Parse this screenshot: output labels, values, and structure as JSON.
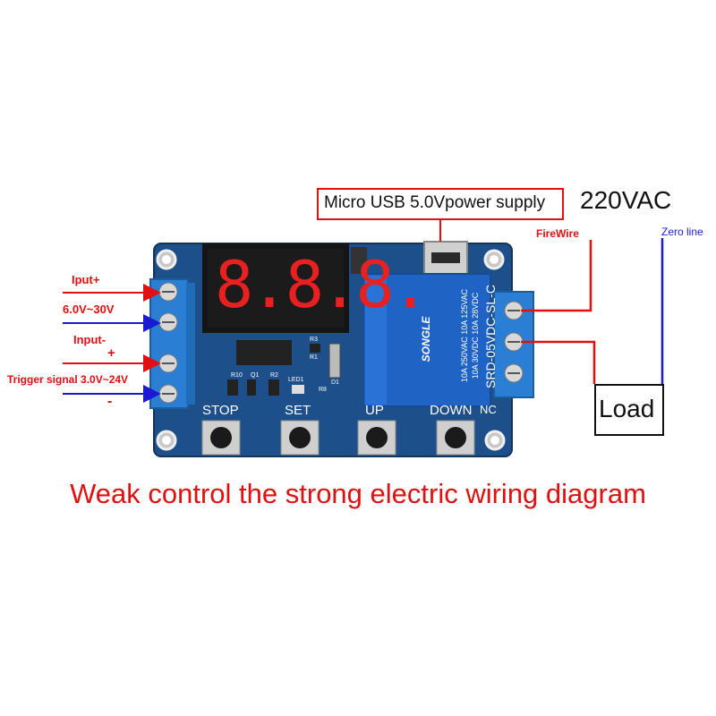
{
  "callouts": {
    "usb": "Micro USB 5.0Vpower supply",
    "ac": "220VAC",
    "firewire": "FireWire",
    "zero_line": "Zero line",
    "load": "Load"
  },
  "left_labels": {
    "iput_plus": "Iput+",
    "voltage_range": "6.0V~30V",
    "input_minus": "Input-",
    "plus": "+",
    "trigger": "Trigger signal 3.0V~24V",
    "minus": "-"
  },
  "board": {
    "display": "8.8.8.",
    "buttons": [
      "STOP",
      "SET",
      "UP",
      "DOWN"
    ],
    "nc": "NC",
    "relay_brand": "SONGLE",
    "relay_model": "SRD-05VDC-SL-C",
    "relay_rating_1": "10A 250VAC  10A 125VAC",
    "relay_rating_2": "10A 30VDC  10A 28VDC",
    "silkscreen": [
      "R10",
      "Q1",
      "R2",
      "LED1",
      "R8",
      "D1",
      "R3",
      "R1"
    ]
  },
  "caption": "Weak control the strong electric wiring diagram",
  "colors": {
    "pcb": "#1d4f8a",
    "live_wire": "#e01010",
    "neutral_wire": "#1a1ad0",
    "relay": "#1f63c4",
    "terminal": "#2a7fd4"
  }
}
